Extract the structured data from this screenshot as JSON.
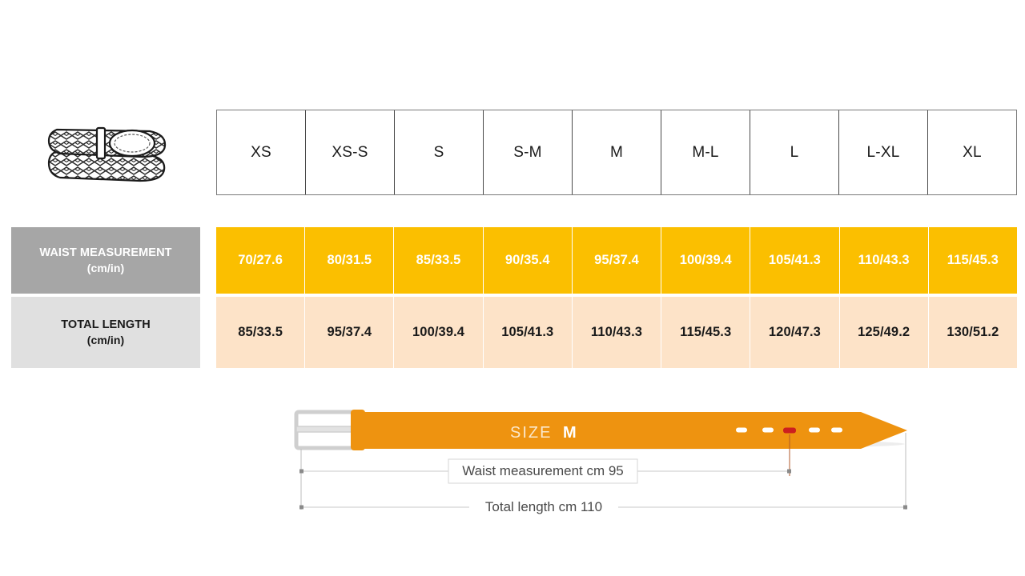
{
  "product": {
    "icon": "braided-belt-illustration"
  },
  "table": {
    "sizes": [
      "XS",
      "XS-S",
      "S",
      "S-M",
      "M",
      "M-L",
      "L",
      "L-XL",
      "XL"
    ],
    "rows": [
      {
        "id": "waist",
        "label_line1": "WAIST MEASUREMENT",
        "label_line2": "(cm/in)",
        "label_bg": "#a6a6a6",
        "label_color": "#ffffff",
        "cell_bg": "#FBBF00",
        "cell_color": "#ffffff",
        "values": [
          "70/27.6",
          "80/31.5",
          "85/33.5",
          "90/35.4",
          "95/37.4",
          "100/39.4",
          "105/41.3",
          "110/43.3",
          "115/45.3"
        ]
      },
      {
        "id": "length",
        "label_line1": "TOTAL LENGTH",
        "label_line2": "(cm/in)",
        "label_bg": "#e0e0e0",
        "label_color": "#1a1a1a",
        "cell_bg": "#FDE3C8",
        "cell_color": "#1a1a1a",
        "values": [
          "85/33.5",
          "95/37.4",
          "100/39.4",
          "105/41.3",
          "110/43.3",
          "115/45.3",
          "120/47.3",
          "125/49.2",
          "130/51.2"
        ]
      }
    ]
  },
  "diagram": {
    "belt_color": "#EE9310",
    "buckle_color": "#d9d9d9",
    "hole_highlight_color": "#cc1f1f",
    "size_caption_prefix": "SIZE",
    "size_caption_value": "M",
    "waist_label": "Waist measurement cm 95",
    "total_length_label": "Total length cm 110",
    "holes_count": 5,
    "highlighted_hole_index": 2
  }
}
